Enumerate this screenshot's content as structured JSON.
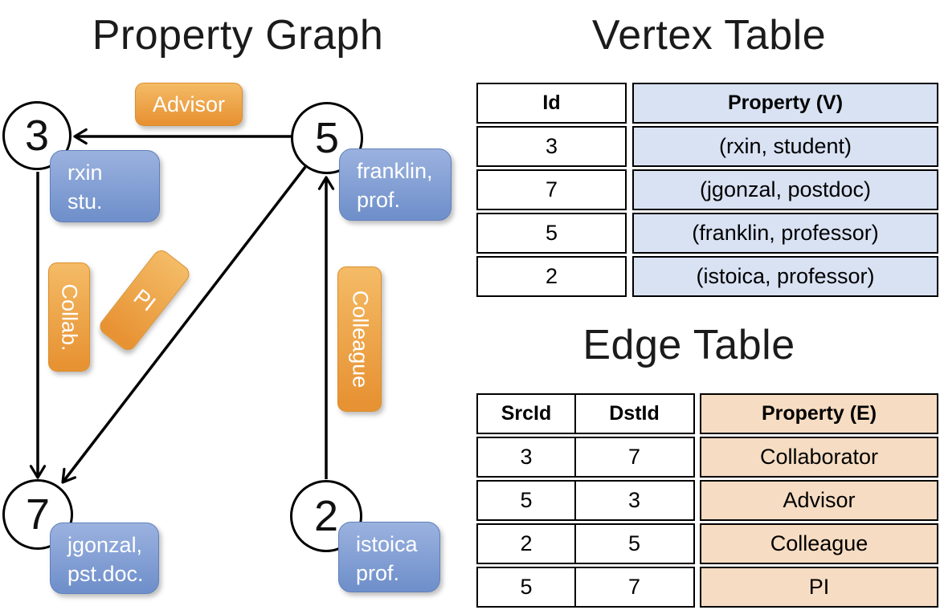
{
  "graph": {
    "title": "Property Graph",
    "nodes": [
      "3",
      "5",
      "7",
      "2"
    ],
    "vertex_labels": [
      [
        "rxin",
        "stu."
      ],
      [
        "franklin,",
        "prof."
      ],
      [
        "jgonzal,",
        "pst.doc."
      ],
      [
        "istoica",
        "prof."
      ]
    ],
    "edge_labels": [
      "Advisor",
      "Collab.",
      "PI",
      "Colleague"
    ],
    "edges": [
      {
        "src": "5",
        "dst": "3",
        "label": "Advisor"
      },
      {
        "src": "3",
        "dst": "7",
        "label": "Collab."
      },
      {
        "src": "5",
        "dst": "7",
        "label": "PI"
      },
      {
        "src": "2",
        "dst": "5",
        "label": "Colleague"
      }
    ]
  },
  "vertex_table": {
    "title": "Vertex Table",
    "columns": [
      "Id",
      "Property (V)"
    ],
    "rows": [
      [
        "3",
        "(rxin, student)"
      ],
      [
        "7",
        "(jgonzal, postdoc)"
      ],
      [
        "5",
        "(franklin, professor)"
      ],
      [
        "2",
        "(istoica, professor)"
      ]
    ]
  },
  "edge_table": {
    "title": "Edge Table",
    "columns": [
      "SrcId",
      "DstId",
      "Property (E)"
    ],
    "rows": [
      [
        "3",
        "7",
        "Collaborator"
      ],
      [
        "5",
        "3",
        "Advisor"
      ],
      [
        "2",
        "5",
        "Colleague"
      ],
      [
        "5",
        "7",
        "PI"
      ]
    ]
  },
  "colors": {
    "orange_top": "#F4BB66",
    "orange_bottom": "#E79233",
    "orange_border": "#DB8E2A",
    "blue_top": "#9BB2DF",
    "blue_bottom": "#7090CB",
    "blue_border": "#5F80BA",
    "vertex_cell_fill": "#D9E2F3",
    "edge_cell_fill": "#F6DCC2",
    "line_color": "#000000"
  }
}
